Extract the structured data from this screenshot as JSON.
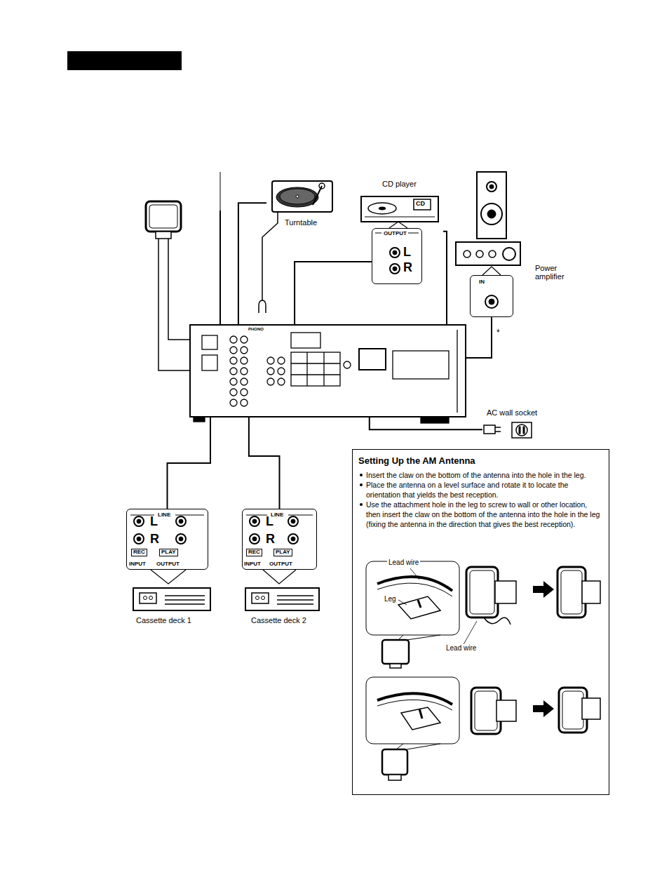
{
  "diagram": {
    "nodes": [
      {
        "text": [
          "Turntable"
        ]
      },
      {
        "text": [
          "CD player"
        ]
      },
      {
        "text": [
          "OUTPUT",
          "L",
          "R"
        ],
        "in": 1
      },
      {
        "text": [
          "Power amplifier"
        ]
      },
      {
        "text": [
          "IN"
        ],
        "in": 3
      },
      {
        "text": [
          "PHONO"
        ]
      },
      {
        "text": [
          "AC wall socket"
        ]
      },
      {
        "text": [
          "Cassette deck 1"
        ]
      },
      {
        "text": [
          "LINE",
          "L",
          "R",
          "REC",
          "PLAY",
          "INPUT",
          "OUTPUT"
        ],
        "in": 7
      },
      {
        "text": [
          "Cassette deck 2"
        ]
      },
      {
        "text": [
          "LINE",
          "L",
          "R",
          "REC",
          "PLAY",
          "INPUT",
          "OUTPUT"
        ],
        "in": 9
      },
      {
        "text": [
          "Setting Up the AM Antenna",
          "Insert the claw on the bottom of the antenna into the hole in the leg.",
          "Place the antenna on a level surface and rotate it to locate the orientation that yields the best reception.",
          "Use the attachment hole in the leg to screw to wall or other location, then insert the claw on the bottom of the antenna into the hole in the leg (fixing the antenna in the direction that gives the best reception)."
        ]
      }
    ],
    "edges": [
      {
        "from": 0,
        "to": 5,
        "arrow": "none"
      },
      {
        "from": 2,
        "to": 5,
        "arrow": "none"
      },
      {
        "from": 1,
        "to": 5,
        "arrow": "none"
      },
      {
        "from": 5,
        "to": 4,
        "arrow": "none"
      },
      {
        "from": 5,
        "to": 6,
        "arrow": "none"
      },
      {
        "from": 5,
        "to": 8,
        "arrow": "none"
      },
      {
        "from": 5,
        "to": 10,
        "arrow": "none"
      }
    ],
    "labels": [
      "CD",
      "*",
      "Lead wire",
      "Leg",
      "Lead wire"
    ]
  }
}
